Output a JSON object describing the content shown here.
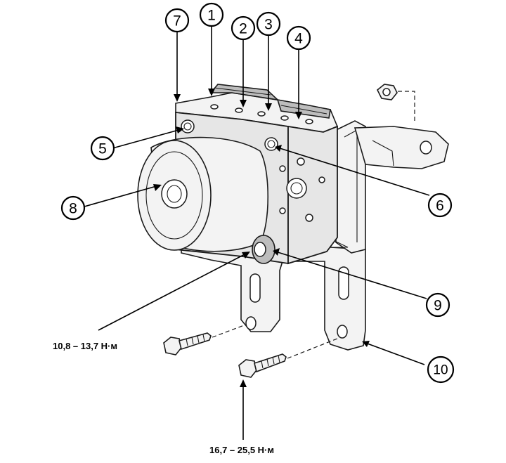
{
  "callouts": [
    {
      "id": "c1",
      "label": "1"
    },
    {
      "id": "c2",
      "label": "2"
    },
    {
      "id": "c3",
      "label": "3"
    },
    {
      "id": "c4",
      "label": "4"
    },
    {
      "id": "c5",
      "label": "5"
    },
    {
      "id": "c6",
      "label": "6"
    },
    {
      "id": "c7",
      "label": "7"
    },
    {
      "id": "c8",
      "label": "8"
    },
    {
      "id": "c9",
      "label": "9"
    },
    {
      "id": "c10",
      "label": "10"
    }
  ],
  "torque_specs": {
    "upper_bolt": "10,8 – 13,7 Н·м",
    "lower_bolt": "16,7 – 25,5 Н·м"
  },
  "colors": {
    "ink": "#1a1a1a",
    "background": "#ffffff",
    "body_fill": "#e6e6e6"
  }
}
